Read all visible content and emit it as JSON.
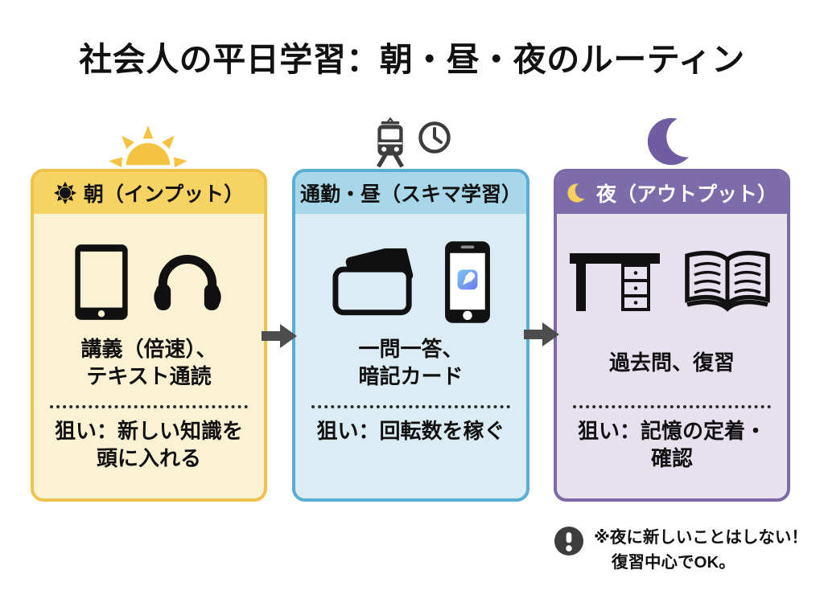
{
  "title": "社会人の平日学習：朝・昼・夜のルーティン",
  "colors": {
    "morning_border": "#edc24d",
    "morning_header_bg": "#f7d364",
    "morning_body_bg": "#fbf1d3",
    "midday_border": "#5aadd4",
    "midday_header_bg": "#a7d7e9",
    "midday_body_bg": "#dbecf4",
    "night_border": "#7b6aa6",
    "night_header_bg": "#7d6cab",
    "night_body_bg": "#e7e1ef",
    "sun_yellow": "#f5c342",
    "moon_purple": "#6f5da1",
    "crescent_yellow": "#f6cf5e",
    "icon_dark": "#3d3d3d",
    "text_dark": "#111111"
  },
  "cards": [
    {
      "header": "朝（インプット）",
      "activity_line1": "講義（倍速）、",
      "activity_line2": "テキスト通読",
      "aim_line1": "狙い：新しい知識を",
      "aim_line2": "頭に入れる"
    },
    {
      "header": "通勤・昼（スキマ学習）",
      "activity_line1": "一問一答、",
      "activity_line2": "暗記カード",
      "aim_line1": "狙い：回転数を稼ぐ",
      "aim_line2": ""
    },
    {
      "header": "夜（アウトプット）",
      "activity_line1": "過去問、復習",
      "activity_line2": "",
      "aim_line1": "狙い：記憶の定着・",
      "aim_line2": "確認"
    }
  ],
  "note": {
    "line1": "※夜に新しいことはしない！",
    "line2": "復習中心でOK。"
  },
  "icons": {
    "top": [
      "sunrise-icon",
      "train-icon",
      "clock-icon",
      "crescent-moon-icon"
    ],
    "morning_header": "sun-icon",
    "morning_body": [
      "tablet-icon",
      "headphones-icon"
    ],
    "midday_body": [
      "flashcards-icon",
      "smartphone-icon"
    ],
    "night_header": "crescent-moon-icon",
    "night_body": [
      "desk-icon",
      "open-book-icon"
    ],
    "between_cards": "arrow-right-icon",
    "note": "exclamation-icon"
  }
}
